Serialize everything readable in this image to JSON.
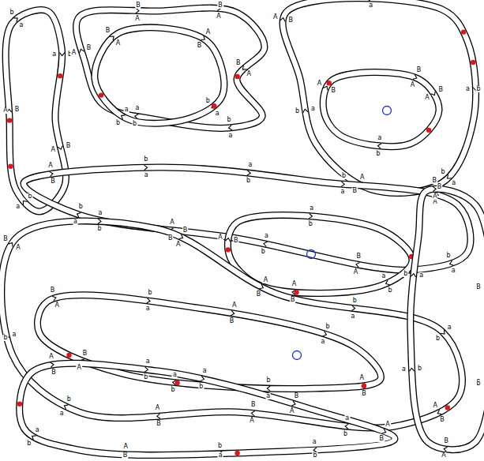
{
  "diagram": {
    "labels": [
      "a",
      "b",
      "A",
      "B",
      "b",
      "a",
      "B",
      "A",
      "a",
      "b",
      "A",
      "B",
      "B",
      "A",
      "b",
      "a",
      "a",
      "b",
      "B",
      "A",
      "A",
      "B",
      "b",
      "a",
      "a",
      "b",
      "A",
      "B",
      "B",
      "A",
      "a",
      "b",
      "b",
      "a",
      "A",
      "B",
      "a",
      "b",
      "B",
      "A",
      "b",
      "a",
      "A",
      "B",
      "a",
      "b",
      "B",
      "A",
      "A",
      "B",
      "b",
      "a",
      "a",
      "b",
      "A",
      "B",
      "b",
      "a",
      "B",
      "A",
      "a",
      "b",
      "A",
      "B",
      "b",
      "a",
      "B",
      "A",
      "a",
      "b",
      "a",
      "b",
      "A",
      "B",
      "B",
      "A",
      "b",
      "a",
      "A",
      "B",
      "B",
      "A",
      "a",
      "b",
      "b",
      "a",
      "A",
      "B",
      "a",
      "b",
      "B",
      "A",
      "A",
      "B",
      "b",
      "a",
      "a",
      "b",
      "A",
      "B",
      "b",
      "a",
      "B",
      "A",
      "a",
      "b",
      "A",
      "B",
      "b",
      "a",
      "a",
      "b",
      "B",
      "A",
      "A",
      "B",
      "a",
      "b",
      "b",
      "a",
      "A",
      "B",
      "B",
      "A",
      "a",
      "b",
      "b",
      "a",
      "A",
      "B",
      "a",
      "b",
      "B",
      "A",
      "b",
      "a",
      "A",
      "B",
      "a",
      "b",
      "B",
      "A",
      "b",
      "a",
      "a",
      "b",
      "A",
      "B"
    ]
  }
}
